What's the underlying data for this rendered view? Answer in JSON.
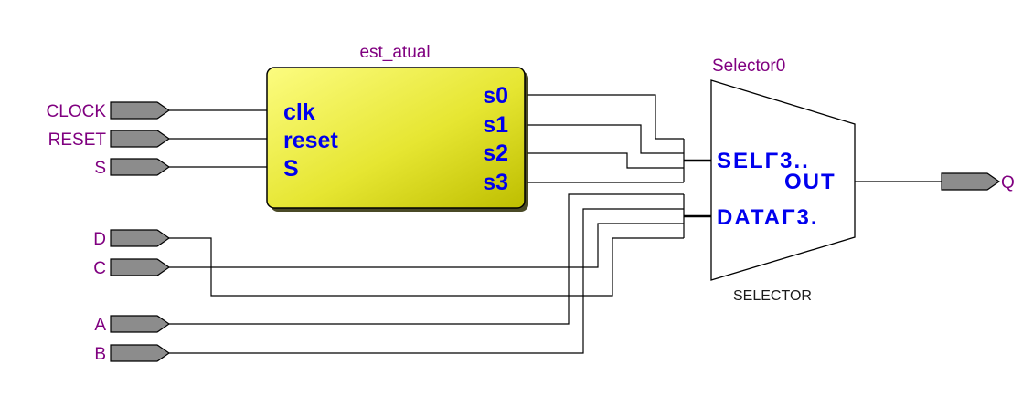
{
  "inputs": {
    "clock": "CLOCK",
    "reset": "RESET",
    "s": "S",
    "d": "D",
    "c": "C",
    "a": "A",
    "b": "B"
  },
  "output": {
    "q": "Q"
  },
  "state_block": {
    "instance": "est_atual",
    "ports_in": [
      "clk",
      "reset",
      "S"
    ],
    "ports_out": [
      "s0",
      "s1",
      "s2",
      "s3"
    ]
  },
  "selector": {
    "instance": "Selector0",
    "type": "SELECTOR",
    "sel_port": "SELΓ3..",
    "data_port": "DATAΓ3.",
    "out_port": "OUT"
  },
  "colors": {
    "block_fill_light": "#fcfc78",
    "block_fill_dark": "#c8c800",
    "port_text": "#0000ee",
    "pin_label": "#800080",
    "port_fill": "#8c8c8c"
  }
}
